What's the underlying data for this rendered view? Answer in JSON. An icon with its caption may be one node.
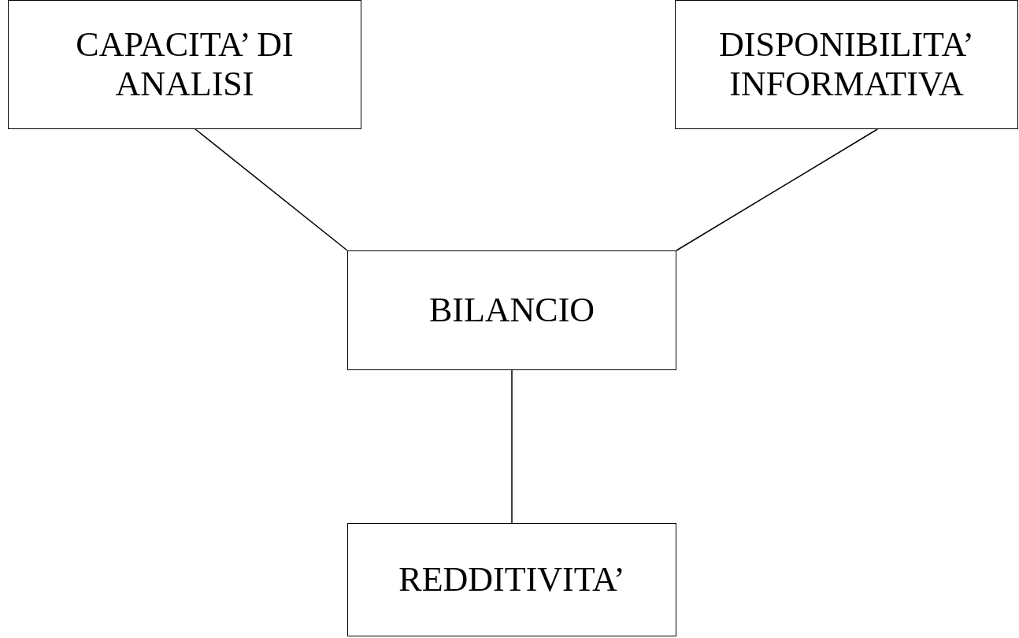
{
  "diagram": {
    "nodes": [
      {
        "text": [
          "CAPACITA’ DI ANALISI"
        ]
      },
      {
        "text": [
          "DISPONIBILITA’ INFORMATIVA"
        ]
      },
      {
        "text": [
          "BILANCIO"
        ]
      },
      {
        "text": [
          "REDDITIVITA’"
        ]
      }
    ],
    "edges": [
      {
        "from": 0,
        "to": 2,
        "arrow": "none"
      },
      {
        "from": 1,
        "to": 2,
        "arrow": "none"
      },
      {
        "from": 2,
        "to": 3,
        "arrow": "none"
      }
    ]
  }
}
